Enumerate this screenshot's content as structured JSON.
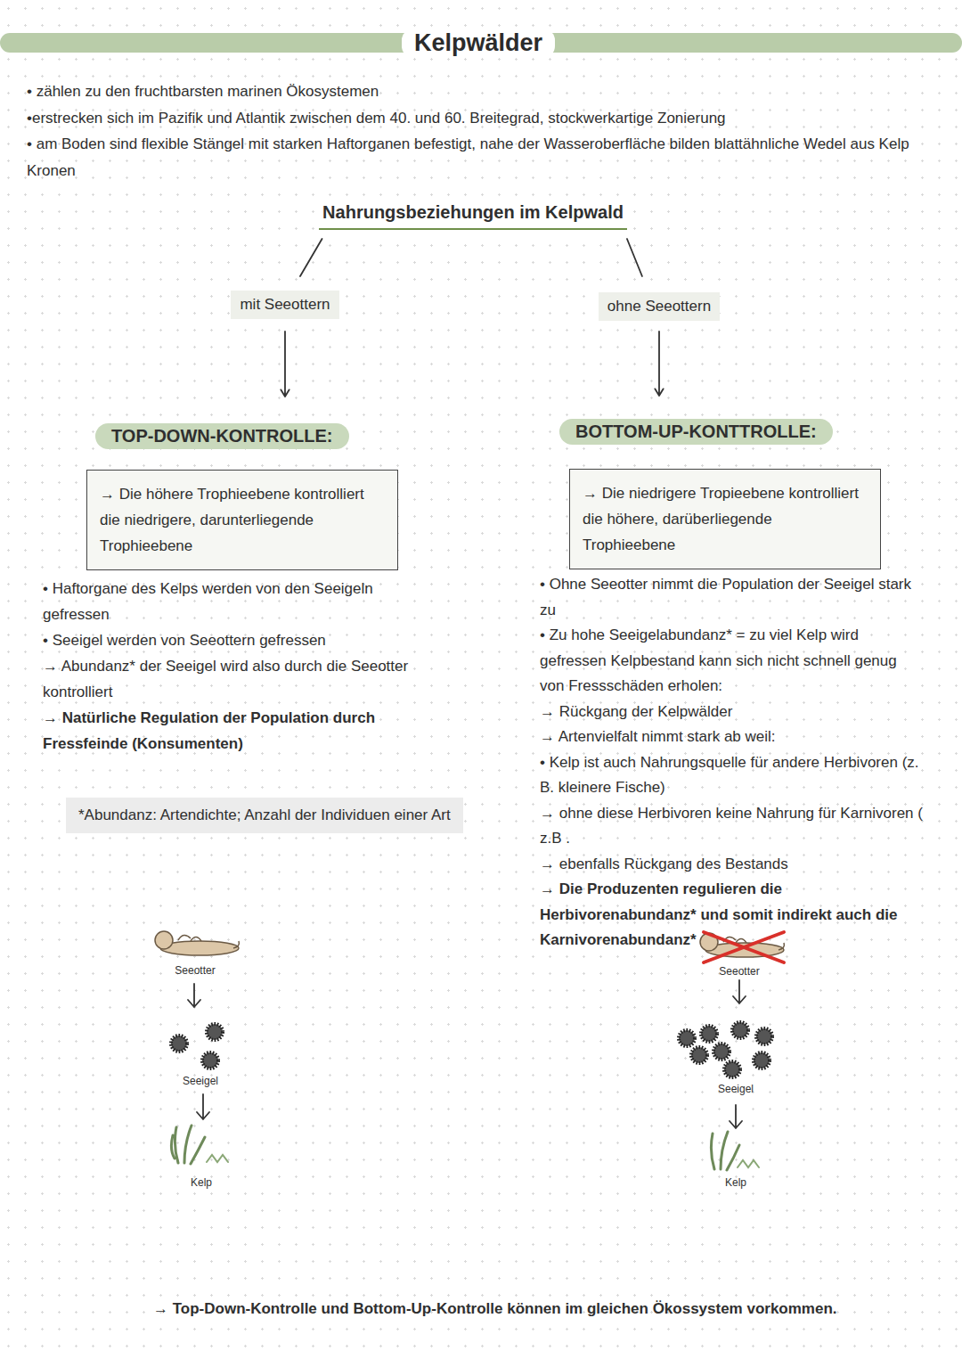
{
  "diagram": {
    "title": "Kelpwälder",
    "nodes": [
      {
        "text": [
          "Nahrungsbeziehungen im Kelpwald"
        ]
      },
      {
        "text": [
          "mit Seeottern"
        ]
      },
      {
        "text": [
          "ohne Seeottern"
        ]
      },
      {
        "text": [
          "TOP-DOWN-KONTROLLE:"
        ]
      },
      {
        "text": [
          "BOTTOM-UP-KONTTROLLE:"
        ]
      },
      {
        "text": [
          "→ Die höhere Trophieebene kontrolliert die niedrigere, darunterliegende Trophieebene"
        ]
      },
      {
        "text": [
          "→ Die niedrigere Tropieebene kontrolliert die höhere, darüberliegende Trophieebene"
        ]
      },
      {
        "text": [
          "*Abundanz: Artendichte; Anzahl der Individuen einer Art"
        ]
      }
    ],
    "edges": [
      {
        "from": 0,
        "to": 1,
        "arrow": "none"
      },
      {
        "from": 0,
        "to": 2,
        "arrow": "none"
      },
      {
        "from": 1,
        "to": 3,
        "arrow": "to"
      },
      {
        "from": 2,
        "to": 4,
        "arrow": "to"
      }
    ],
    "labels": [
      "• zählen zu den fruchtbarsten marinen Ökosystemen",
      "•erstrecken sich im Pazifik und Atlantik zwischen dem 40. und 60. Breitegrad, stockwerkartige Zonierung",
      "• am Boden sind flexible Stängel mit starken Haftorganen befestigt, nahe der Wasseroberfläche bilden blattähnliche Wedel aus Kelp Kronen",
      "• Haftorgane des Kelps werden von den Seeigeln gefressen",
      "• Seeigel werden von Seeottern gefressen",
      "→ Abundanz* der Seeigel wird also durch die Seeotter kontrolliert",
      "→ Natürliche Regulation der Population durch Fressfeinde (Konsumenten)",
      "• Ohne Seeotter nimmt die Population der Seeigel stark zu",
      "• Zu hohe Seeigelabundanz* = zu viel Kelp wird gefressen Kelpbestand kann sich nicht schnell genug von Fressschäden erholen:",
      "→ Rückgang der Kelpwälder",
      "→ Artenvielfalt nimmt stark ab weil:",
      "• Kelp ist auch Nahrungsquelle für andere Herbivoren (z. B. kleinere Fische)",
      "→ ohne diese Herbivoren keine Nahrung für Karnivoren ( z.B .",
      "→ ebenfalls Rückgang des Bestands",
      "→ Die Produzenten regulieren die Herbivorenabundanz* und somit indirekt auch die Karnivorenabundanz*",
      "Seeotter",
      "Seeigel",
      "Kelp",
      "Seeotter",
      "Seeigel",
      "Kelp",
      "→ Top-Down-Kontrolle und Bottom-Up-Kontrolle können im gleichen Ökossystem vorkommen."
    ]
  }
}
